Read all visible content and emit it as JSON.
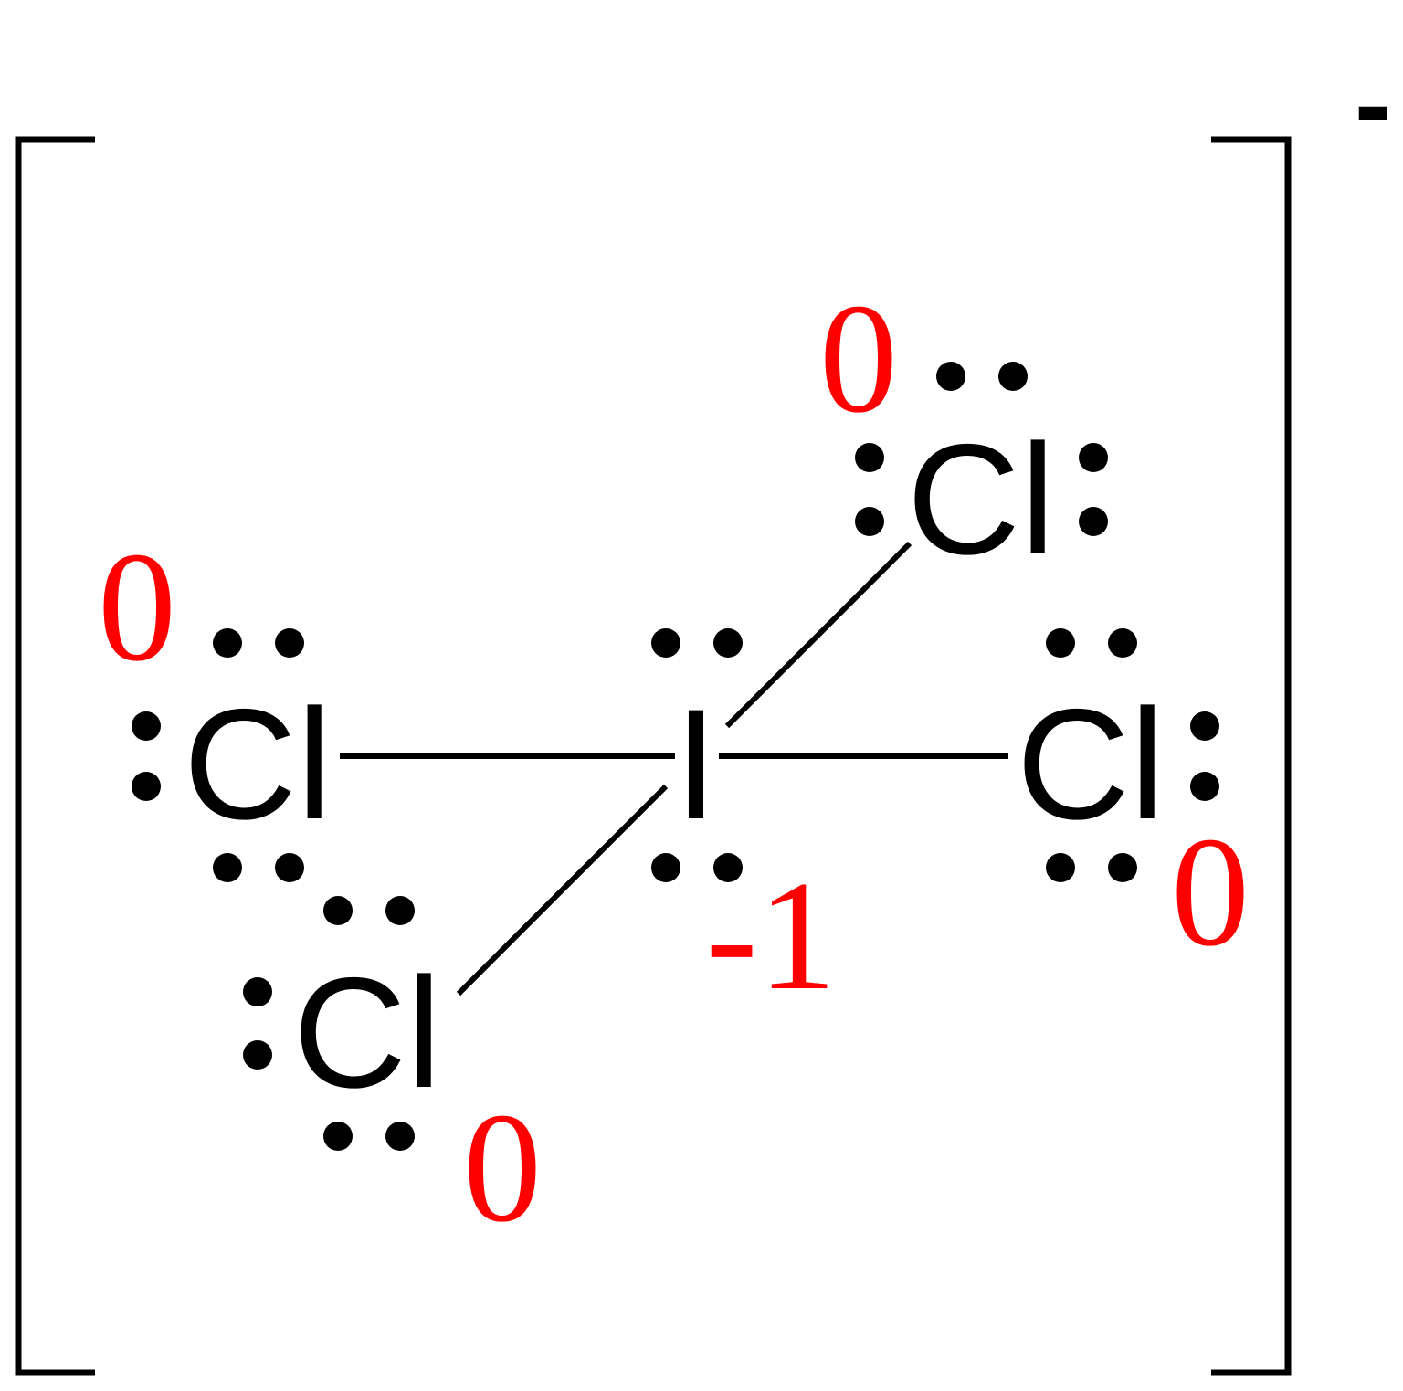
{
  "ion_charge": "-",
  "colors": {
    "atom": "#000000",
    "formal_charge": "#ff0000"
  },
  "atoms": {
    "central": {
      "symbol": "I",
      "formal_charge": "-1"
    },
    "left": {
      "symbol": "Cl",
      "formal_charge": "0"
    },
    "right": {
      "symbol": "Cl",
      "formal_charge": "0"
    },
    "upper_right": {
      "symbol": "Cl",
      "formal_charge": "0"
    },
    "lower_left": {
      "symbol": "Cl",
      "formal_charge": "0"
    }
  }
}
